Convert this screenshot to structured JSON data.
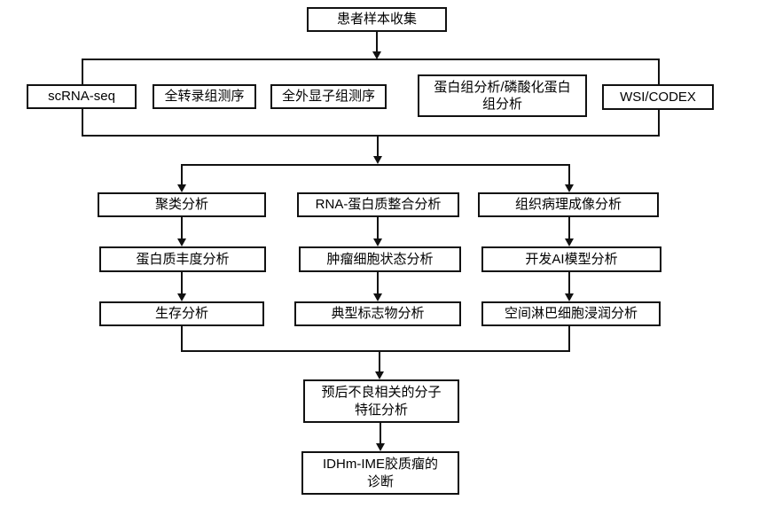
{
  "diagram": {
    "type": "flowchart",
    "background_color": "#ffffff",
    "line_color": "#111111",
    "text_color": "#000000",
    "nodes": {
      "patient_sample": {
        "label": "患者样本收集"
      },
      "scrna_seq": {
        "label": "scRNA-seq"
      },
      "whole_transcriptome": {
        "label": "全转录组测序"
      },
      "whole_exome": {
        "label": "全外显子组测序"
      },
      "proteomics": {
        "label": "蛋白组分析/磷酸化蛋白\n组分析"
      },
      "wsi_codex": {
        "label": "WSI/CODEX"
      },
      "clustering": {
        "label": "聚类分析"
      },
      "rna_protein_integration": {
        "label": "RNA-蛋白质整合分析"
      },
      "histopathology_imaging": {
        "label": "组织病理成像分析"
      },
      "protein_abundance": {
        "label": "蛋白质丰度分析"
      },
      "tumor_cell_state": {
        "label": "肿瘤细胞状态分析"
      },
      "ai_model": {
        "label": "开发AI模型分析"
      },
      "survival": {
        "label": "生存分析"
      },
      "typical_markers": {
        "label": "典型标志物分析"
      },
      "spatial_lymphocyte": {
        "label": "空间淋巴细胞浸润分析"
      },
      "prognosis_features": {
        "label": "预后不良相关的分子\n特征分析"
      },
      "diagnosis": {
        "label": "IDHm-IME胶质瘤的\n诊断"
      }
    },
    "edges": [
      {
        "from": "patient_sample",
        "to": "row2_bus",
        "arrow": true
      },
      {
        "from": "row2_bus",
        "to": "scrna_seq",
        "arrow": false
      },
      {
        "from": "row2_bus",
        "to": "wsi_codex",
        "arrow": false
      },
      {
        "from": "scrna_seq",
        "to": "row3_collector_bus",
        "arrow": false
      },
      {
        "from": "wsi_codex",
        "to": "row3_collector_bus",
        "arrow": false
      },
      {
        "from": "row3_collector_bus",
        "to": "branch_bus",
        "arrow": true
      },
      {
        "from": "branch_bus",
        "to": "clustering",
        "arrow": true
      },
      {
        "from": "branch_bus",
        "to": "histopathology_imaging",
        "arrow": true
      },
      {
        "from": "clustering",
        "to": "protein_abundance",
        "arrow": true
      },
      {
        "from": "rna_protein_integration",
        "to": "tumor_cell_state",
        "arrow": true
      },
      {
        "from": "histopathology_imaging",
        "to": "ai_model",
        "arrow": true
      },
      {
        "from": "protein_abundance",
        "to": "survival",
        "arrow": true
      },
      {
        "from": "tumor_cell_state",
        "to": "typical_markers",
        "arrow": true
      },
      {
        "from": "ai_model",
        "to": "spatial_lymphocyte",
        "arrow": true
      },
      {
        "from": "survival",
        "to": "bottom_collector_bus",
        "arrow": false
      },
      {
        "from": "spatial_lymphocyte",
        "to": "bottom_collector_bus",
        "arrow": false
      },
      {
        "from": "bottom_collector_bus",
        "to": "prognosis_features",
        "arrow": true
      },
      {
        "from": "prognosis_features",
        "to": "diagnosis",
        "arrow": true
      }
    ]
  }
}
